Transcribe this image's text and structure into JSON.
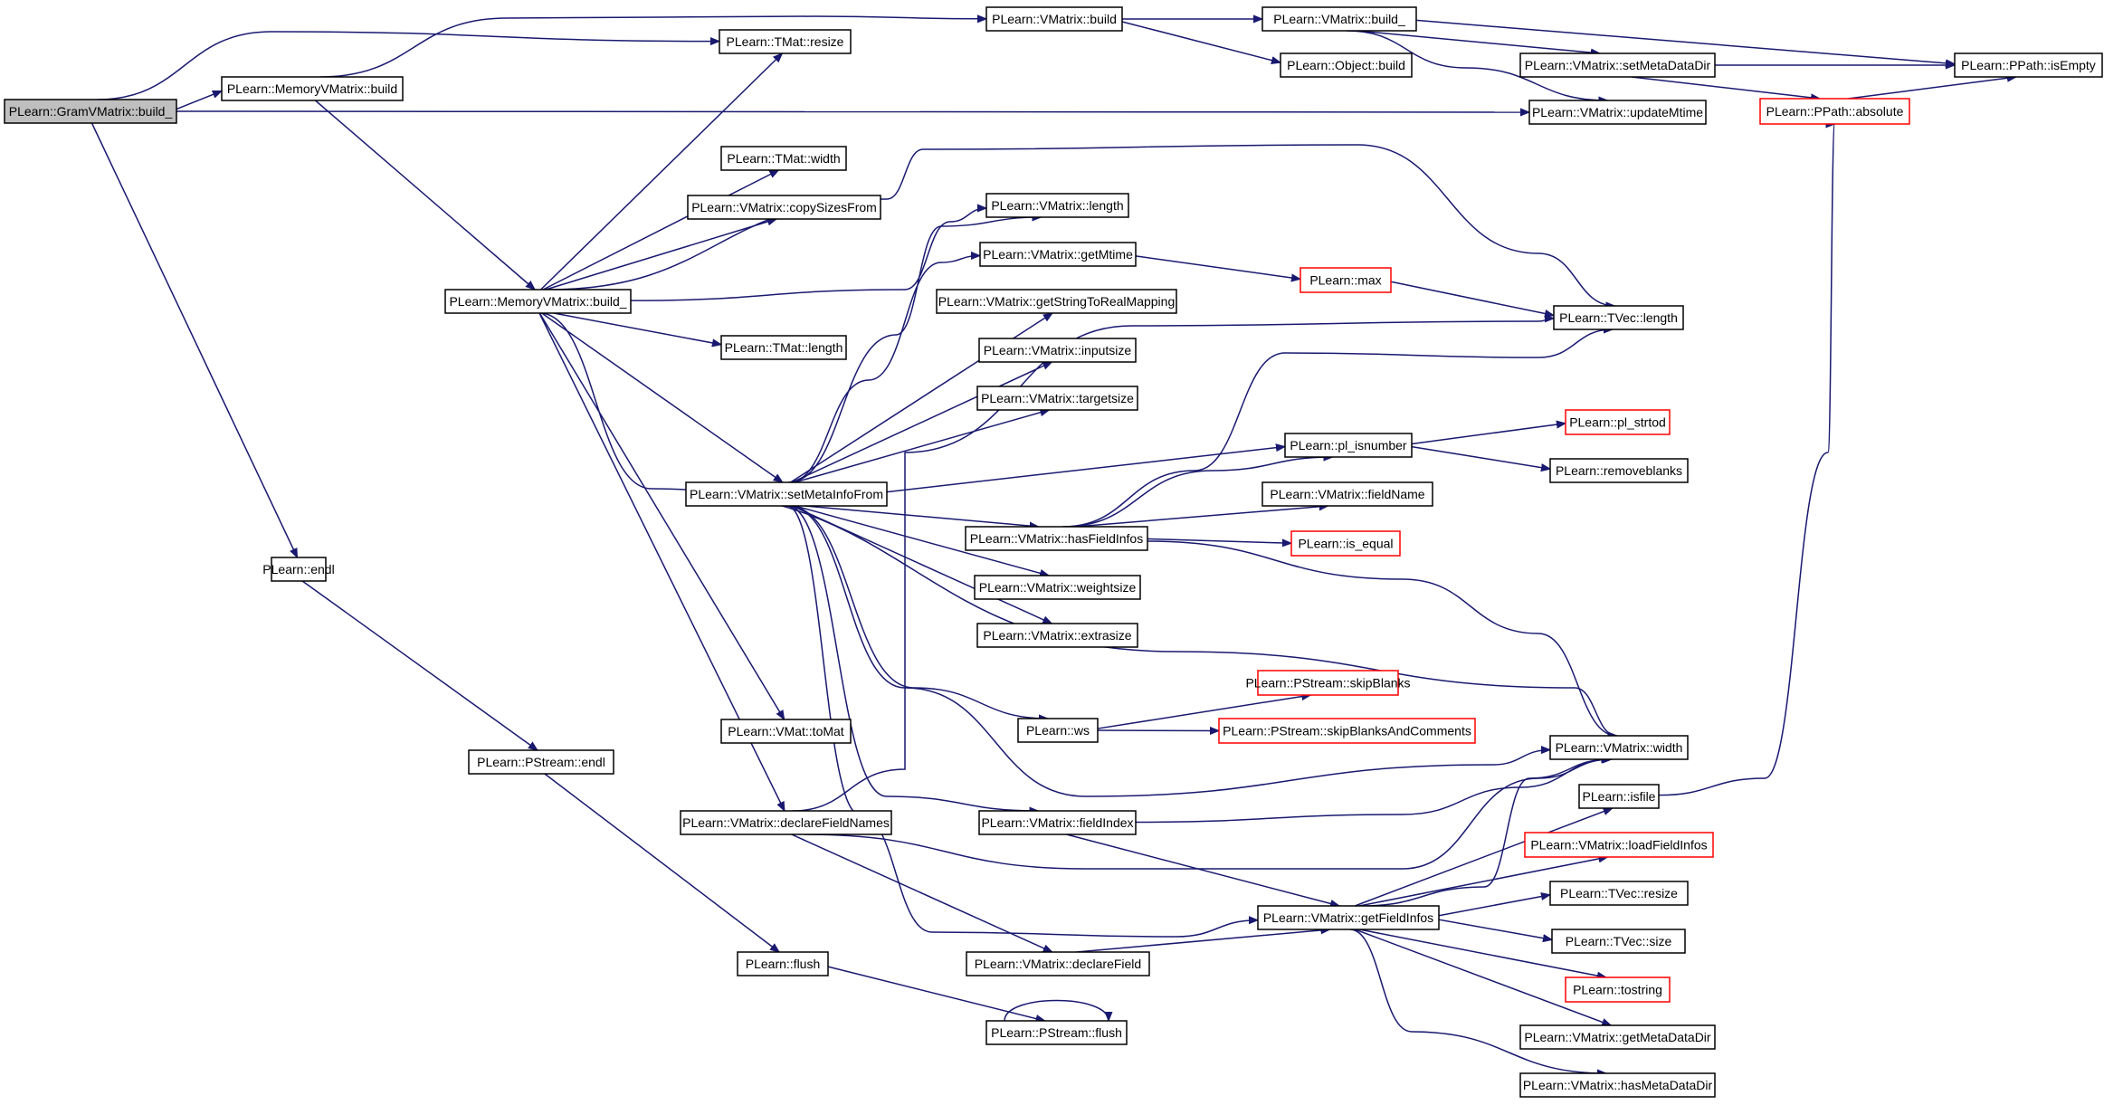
{
  "colors": {
    "edge": "#191970",
    "root_fill": "#bfbfbf",
    "truncated_border": "#ff0000",
    "border": "#000000"
  },
  "nodes": {
    "gram_build_": {
      "label": "PLearn::GramVMatrix::build_",
      "style": "root"
    },
    "mem_build": {
      "label": "PLearn::MemoryVMatrix::build",
      "style": "normal"
    },
    "tmat_resize": {
      "label": "PLearn::TMat::resize",
      "style": "normal"
    },
    "vm_build": {
      "label": "PLearn::VMatrix::build",
      "style": "normal"
    },
    "vm_build_": {
      "label": "PLearn::VMatrix::build_",
      "style": "normal"
    },
    "obj_build": {
      "label": "PLearn::Object::build",
      "style": "normal"
    },
    "set_meta_data_dir": {
      "label": "PLearn::VMatrix::setMetaDataDir",
      "style": "normal"
    },
    "ppath_isempty": {
      "label": "PLearn::PPath::isEmpty",
      "style": "normal"
    },
    "ppath_absolute": {
      "label": "PLearn::PPath::absolute",
      "style": "red"
    },
    "update_mtime": {
      "label": "PLearn::VMatrix::updateMtime",
      "style": "normal"
    },
    "tmat_width": {
      "label": "PLearn::TMat::width",
      "style": "normal"
    },
    "copy_sizes": {
      "label": "PLearn::VMatrix::copySizesFrom",
      "style": "normal"
    },
    "vm_length": {
      "label": "PLearn::VMatrix::length",
      "style": "normal"
    },
    "mem_build_": {
      "label": "PLearn::MemoryVMatrix::build_",
      "style": "normal"
    },
    "get_mtime": {
      "label": "PLearn::VMatrix::getMtime",
      "style": "normal"
    },
    "max": {
      "label": "PLearn::max",
      "style": "red"
    },
    "tvec_length": {
      "label": "PLearn::TVec::length",
      "style": "normal"
    },
    "str_to_real": {
      "label": "PLearn::VMatrix::getStringToRealMapping",
      "style": "normal"
    },
    "tmat_length": {
      "label": "PLearn::TMat::length",
      "style": "normal"
    },
    "inputsize": {
      "label": "PLearn::VMatrix::inputsize",
      "style": "normal"
    },
    "targetsize": {
      "label": "PLearn::VMatrix::targetsize",
      "style": "normal"
    },
    "pl_isnumber": {
      "label": "PLearn::pl_isnumber",
      "style": "normal"
    },
    "pl_strtod": {
      "label": "PLearn::pl_strtod",
      "style": "red"
    },
    "removeblanks": {
      "label": "PLearn::removeblanks",
      "style": "normal"
    },
    "set_meta_info": {
      "label": "PLearn::VMatrix::setMetaInfoFrom",
      "style": "normal"
    },
    "field_name": {
      "label": "PLearn::VMatrix::fieldName",
      "style": "normal"
    },
    "has_field_infos": {
      "label": "PLearn::VMatrix::hasFieldInfos",
      "style": "normal"
    },
    "is_equal": {
      "label": "PLearn::is_equal",
      "style": "red"
    },
    "endl": {
      "label": "PLearn::endl",
      "style": "normal"
    },
    "weightsize": {
      "label": "PLearn::VMatrix::weightsize",
      "style": "normal"
    },
    "extrasize": {
      "label": "PLearn::VMatrix::extrasize",
      "style": "normal"
    },
    "skip_blanks": {
      "label": "PLearn::PStream::skipBlanks",
      "style": "red"
    },
    "ws": {
      "label": "PLearn::ws",
      "style": "normal"
    },
    "skip_blanks_comments": {
      "label": "PLearn::PStream::skipBlanksAndComments",
      "style": "red"
    },
    "vmat_tomat": {
      "label": "PLearn::VMat::toMat",
      "style": "normal"
    },
    "vm_width": {
      "label": "PLearn::VMatrix::width",
      "style": "normal"
    },
    "pstream_endl": {
      "label": "PLearn::PStream::endl",
      "style": "normal"
    },
    "isfile": {
      "label": "PLearn::isfile",
      "style": "normal"
    },
    "declare_field_names": {
      "label": "PLearn::VMatrix::declareFieldNames",
      "style": "normal"
    },
    "field_index": {
      "label": "PLearn::VMatrix::fieldIndex",
      "style": "normal"
    },
    "load_field_infos": {
      "label": "PLearn::VMatrix::loadFieldInfos",
      "style": "red"
    },
    "tvec_resize": {
      "label": "PLearn::TVec::resize",
      "style": "normal"
    },
    "get_field_infos": {
      "label": "PLearn::VMatrix::getFieldInfos",
      "style": "normal"
    },
    "tvec_size": {
      "label": "PLearn::TVec::size",
      "style": "normal"
    },
    "flush": {
      "label": "PLearn::flush",
      "style": "normal"
    },
    "declare_field": {
      "label": "PLearn::VMatrix::declareField",
      "style": "normal"
    },
    "tostring": {
      "label": "PLearn::tostring",
      "style": "red"
    },
    "pstream_flush": {
      "label": "PLearn::PStream::flush",
      "style": "normal"
    },
    "get_meta_data_dir": {
      "label": "PLearn::VMatrix::getMetaDataDir",
      "style": "normal"
    },
    "has_meta_data_dir": {
      "label": "PLearn::VMatrix::hasMetaDataDir",
      "style": "normal"
    }
  },
  "edges": [
    [
      "gram_build_",
      "mem_build"
    ],
    [
      "gram_build_",
      "tmat_resize"
    ],
    [
      "gram_build_",
      "update_mtime"
    ],
    [
      "gram_build_",
      "endl"
    ],
    [
      "mem_build",
      "vm_build"
    ],
    [
      "mem_build",
      "mem_build_"
    ],
    [
      "vm_build",
      "vm_build_"
    ],
    [
      "vm_build",
      "obj_build"
    ],
    [
      "vm_build_",
      "set_meta_data_dir"
    ],
    [
      "vm_build_",
      "ppath_isempty"
    ],
    [
      "vm_build_",
      "update_mtime"
    ],
    [
      "set_meta_data_dir",
      "ppath_isempty"
    ],
    [
      "set_meta_data_dir",
      "ppath_absolute"
    ],
    [
      "ppath_absolute",
      "ppath_isempty"
    ],
    [
      "mem_build_",
      "tmat_resize"
    ],
    [
      "mem_build_",
      "tmat_width"
    ],
    [
      "mem_build_",
      "copy_sizes"
    ],
    [
      "mem_build_",
      "vm_length"
    ],
    [
      "mem_build_",
      "tvec_length"
    ],
    [
      "mem_build_",
      "tmat_length"
    ],
    [
      "mem_build_",
      "set_meta_info"
    ],
    [
      "mem_build_",
      "vm_width"
    ],
    [
      "mem_build_",
      "vmat_tomat"
    ],
    [
      "mem_build_",
      "declare_field_names"
    ],
    [
      "set_meta_info",
      "vm_length"
    ],
    [
      "set_meta_info",
      "get_mtime"
    ],
    [
      "set_meta_info",
      "str_to_real"
    ],
    [
      "set_meta_info",
      "inputsize"
    ],
    [
      "set_meta_info",
      "targetsize"
    ],
    [
      "set_meta_info",
      "pl_isnumber"
    ],
    [
      "set_meta_info",
      "has_field_infos"
    ],
    [
      "set_meta_info",
      "weightsize"
    ],
    [
      "set_meta_info",
      "extrasize"
    ],
    [
      "set_meta_info",
      "ws"
    ],
    [
      "set_meta_info",
      "vm_width"
    ],
    [
      "set_meta_info",
      "field_index"
    ],
    [
      "set_meta_info",
      "get_field_infos"
    ],
    [
      "get_mtime",
      "max"
    ],
    [
      "max",
      "tvec_length"
    ],
    [
      "pl_isnumber",
      "pl_strtod"
    ],
    [
      "pl_isnumber",
      "removeblanks"
    ],
    [
      "has_field_infos",
      "pl_isnumber"
    ],
    [
      "has_field_infos",
      "tvec_length"
    ],
    [
      "has_field_infos",
      "field_name"
    ],
    [
      "has_field_infos",
      "is_equal"
    ],
    [
      "has_field_infos",
      "vm_width"
    ],
    [
      "ws",
      "skip_blanks"
    ],
    [
      "ws",
      "skip_blanks_comments"
    ],
    [
      "endl",
      "pstream_endl"
    ],
    [
      "pstream_endl",
      "flush"
    ],
    [
      "flush",
      "pstream_flush"
    ],
    [
      "pstream_flush",
      "pstream_flush"
    ],
    [
      "declare_field_names",
      "tvec_length"
    ],
    [
      "declare_field_names",
      "vm_width"
    ],
    [
      "declare_field_names",
      "declare_field"
    ],
    [
      "declare_field",
      "get_field_infos"
    ],
    [
      "field_index",
      "vm_width"
    ],
    [
      "field_index",
      "get_field_infos"
    ],
    [
      "get_field_infos",
      "vm_width"
    ],
    [
      "get_field_infos",
      "isfile"
    ],
    [
      "get_field_infos",
      "load_field_infos"
    ],
    [
      "get_field_infos",
      "tvec_resize"
    ],
    [
      "get_field_infos",
      "tvec_size"
    ],
    [
      "get_field_infos",
      "tostring"
    ],
    [
      "get_field_infos",
      "get_meta_data_dir"
    ],
    [
      "get_field_infos",
      "has_meta_data_dir"
    ],
    [
      "isfile",
      "ppath_absolute"
    ]
  ]
}
